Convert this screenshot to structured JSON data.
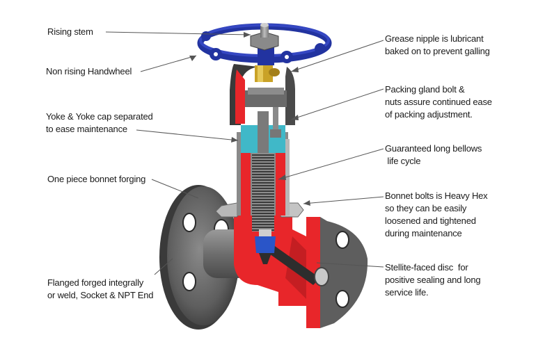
{
  "diagram": {
    "subject": "Bellows seal globe valve cutaway",
    "labels_left": [
      {
        "id": "rising-stem",
        "lines": [
          "Rising stem"
        ]
      },
      {
        "id": "handwheel",
        "lines": [
          "Non rising Handwheel"
        ]
      },
      {
        "id": "yoke",
        "lines": [
          "Yoke & Yoke cap separated",
          "to ease maintenance"
        ]
      },
      {
        "id": "bonnet",
        "lines": [
          "One piece bonnet forging"
        ]
      },
      {
        "id": "flange",
        "lines": [
          "Flanged forged integrally",
          "or weld, Socket & NPT End"
        ]
      }
    ],
    "labels_right": [
      {
        "id": "grease-nipple",
        "lines": [
          "Grease nipple is  lubricant",
          "baked on to prevent galling"
        ]
      },
      {
        "id": "packing-gland",
        "lines": [
          "Packing gland bolt &",
          "nuts assure continued ease",
          "of packing adjustment."
        ]
      },
      {
        "id": "bellows",
        "lines": [
          "Guaranteed long bellows",
          " life cycle"
        ]
      },
      {
        "id": "bonnet-bolts",
        "lines": [
          "Bonnet bolts is Heavy Hex",
          "so they can be easily",
          "loosened and tightened",
          "during maintenance"
        ]
      },
      {
        "id": "disc",
        "lines": [
          "Stellite-faced disc  for",
          "positive sealing and long",
          "service life."
        ]
      }
    ],
    "colors": {
      "handwheel": "#2233a0",
      "cutaway": "#e8262a",
      "steel": "#5a5a5a",
      "packing": "#40b8c8",
      "disc": "#2a55c8",
      "brass": "#c9a227",
      "leader": "#555555"
    }
  }
}
